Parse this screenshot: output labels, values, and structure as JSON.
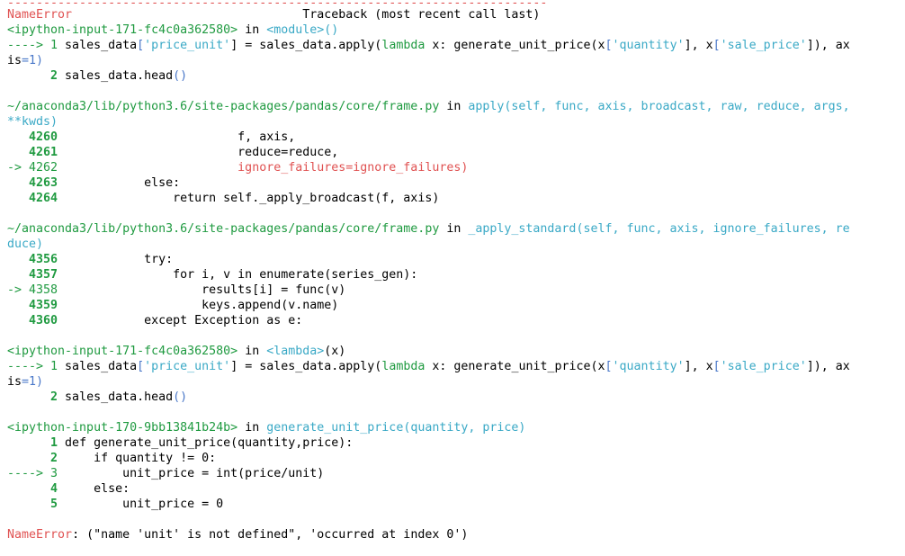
{
  "separator": "---------------------------------------------------------------------------",
  "header": {
    "error_name": "NameError",
    "traceback_label": "Traceback (most recent call last)"
  },
  "frame1": {
    "source": "<ipython-input-171-fc4c0a362580>",
    "in": " in ",
    "func": "<module>()",
    "arrow": "----> 1",
    "line1_a": " sales_data",
    "line1_b": "[",
    "line1_c": "'price_unit'",
    "line1_d": "] = sales_data.apply(",
    "line1_e": "lambda",
    "line1_f": " x: generate_unit_price(x",
    "line1_g": "[",
    "line1_h": "'quantity'",
    "line1_i": "], x",
    "line1_j": "[",
    "line1_k": "'sale_price'",
    "line1_l": "]), ax",
    "wrap_a": "is",
    "wrap_b": "=1)",
    "num2": "      2",
    "line2_a": " sales_data.head",
    "line2_b": "()"
  },
  "frame2": {
    "source": "~/anaconda3/lib/python3.6/site-packages/pandas/core/frame.py",
    "in": " in ",
    "func_line1": "apply(self, func, axis, broadcast, raw, reduce, args,",
    "func_line2": "**kwds)",
    "lines": [
      {
        "num": "   4260",
        "code": "                         f, axis,"
      },
      {
        "num": "   4261",
        "code": "                         reduce=reduce,"
      },
      {
        "num": "-> 4262",
        "code": "                         ignore_failures=ignore_failures)"
      },
      {
        "num": "   4263",
        "code": "            else:"
      },
      {
        "num": "   4264",
        "code": "                return self._apply_broadcast(f, axis)"
      }
    ]
  },
  "frame3": {
    "source": "~/anaconda3/lib/python3.6/site-packages/pandas/core/frame.py",
    "in": " in ",
    "func_line1": "_apply_standard(self, func, axis, ignore_failures, re",
    "func_line2": "duce)",
    "lines": [
      {
        "num": "   4356",
        "code": "            try:"
      },
      {
        "num": "   4357",
        "code": "                for i, v in enumerate(series_gen):"
      },
      {
        "num": "-> 4358",
        "code": "                    results[i] = func(v)"
      },
      {
        "num": "   4359",
        "code": "                    keys.append(v.name)"
      },
      {
        "num": "   4360",
        "code": "            except Exception as e:"
      }
    ]
  },
  "frame4": {
    "source": "<ipython-input-171-fc4c0a362580>",
    "in": " in ",
    "func": "<lambda>",
    "args": "(x)"
  },
  "frame5": {
    "source": "<ipython-input-170-9bb13841b24b>",
    "in": " in ",
    "func": "generate_unit_price(quantity, price)",
    "lines": [
      {
        "num": "      1",
        "code": " def generate_unit_price(quantity,price):"
      },
      {
        "num": "      2",
        "code": "     if quantity != 0:"
      },
      {
        "num": "----> 3",
        "code": "         unit_price = int(price/unit)"
      },
      {
        "num": "      4",
        "code": "     else:"
      },
      {
        "num": "      5",
        "code": "         unit_price = 0"
      }
    ]
  },
  "footer": {
    "error_name": "NameError",
    "message": ": (\"name 'unit' is not defined\", 'occurred at index 0')"
  }
}
